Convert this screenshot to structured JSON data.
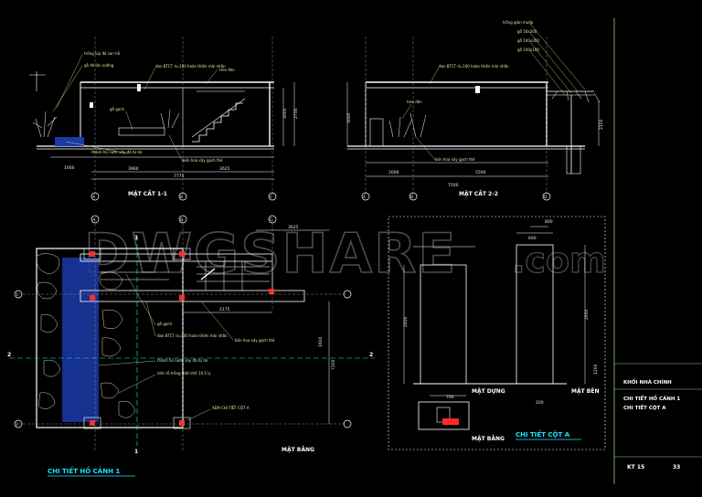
{
  "watermark": {
    "main": "DWGSHARE",
    "suffix": ".com"
  },
  "titles": {
    "section_1": "MẶT CẮT 1-1",
    "section_2": "MẶT CẮT 2-2",
    "plan": "MẶT BẰNG",
    "pond_detail": "CHI TIẾT HỒ CẢNH 1",
    "column_detail": "CHI TIẾT CỘT A",
    "col_elevation": "MẶT DỰNG",
    "col_side": "MẶT BÊN",
    "col_plan": "MẶT BẰNG"
  },
  "title_block": {
    "building": "KHỐI NHÀ CHÍNH",
    "line1": "CHI TIẾT HỒ CẢNH 1",
    "line2": "CHI TIẾT CỘT A",
    "sheet_code": "KT 15",
    "page_number": "33"
  },
  "annotations": {
    "a1": "trồng lúp đá san hô",
    "a2": "gỗ đá lân xưởng",
    "a3": "đan BTCT d=100 hoàn thiện mài nhẵn",
    "a4": "treo đèn",
    "a5": "gỗ gạch",
    "a6": "thành hồ nước xây đá tự do",
    "a7": "bồn hoa xây gạch thẻ",
    "b1": "trồng giàn mướp",
    "b2": "gỗ 50x200",
    "b3": "gỗ 100x200",
    "b4": "gỗ 100x100",
    "b5": "đan BTCT d=100 hoàn thiện mài nhẵn",
    "b6": "treo đèn",
    "b7": "bồn hoa xây gạch thẻ",
    "p1": "gỗ gạch",
    "p2": "đan BTCT d=100 hoàn thiện mài nhẵn",
    "p3": "bồn hoa xây gạch thẻ",
    "p4": "thành hồ nước xây đá tự do",
    "p5": "nhìn lô trồng thật khít 10.5 ly",
    "p6": "XEM CHI TIẾT CỘT A"
  },
  "dimensions": {
    "s1_a": "1000",
    "s1_b": "3960",
    "s1_c": "3625",
    "s1_total": "7775",
    "s1_v1": "3000",
    "s1_v2": "2750",
    "s2_a": "2000",
    "s2_b": "5500",
    "s2_total": "7500",
    "s2_v1": "3000",
    "s2_v2": "2100",
    "pl_top": "3625",
    "pl_mid": "2175",
    "pl_v1": "7200",
    "pl_v2": "1600",
    "col_w": "800",
    "col_inner": "600",
    "col_v1": "2400",
    "col_v2": "2950",
    "col_p1": "700",
    "col_p2": "200",
    "col_v3": "1200"
  },
  "grid_labels": {
    "A": "A",
    "B": "B",
    "C": "C",
    "D": "D",
    "n1": "1",
    "n2": "2"
  },
  "section_marks": {
    "m1": "1",
    "m2": "2",
    "mark1": "1",
    "mark2": "2"
  },
  "colors": {
    "background": "#000000",
    "title": "#19e6ff",
    "annotation": "#dfe8a0",
    "wall": "#ffffff",
    "water": "#1a3aa8",
    "accent_red": "#ff2a2a",
    "frame": "#9ad17a"
  }
}
